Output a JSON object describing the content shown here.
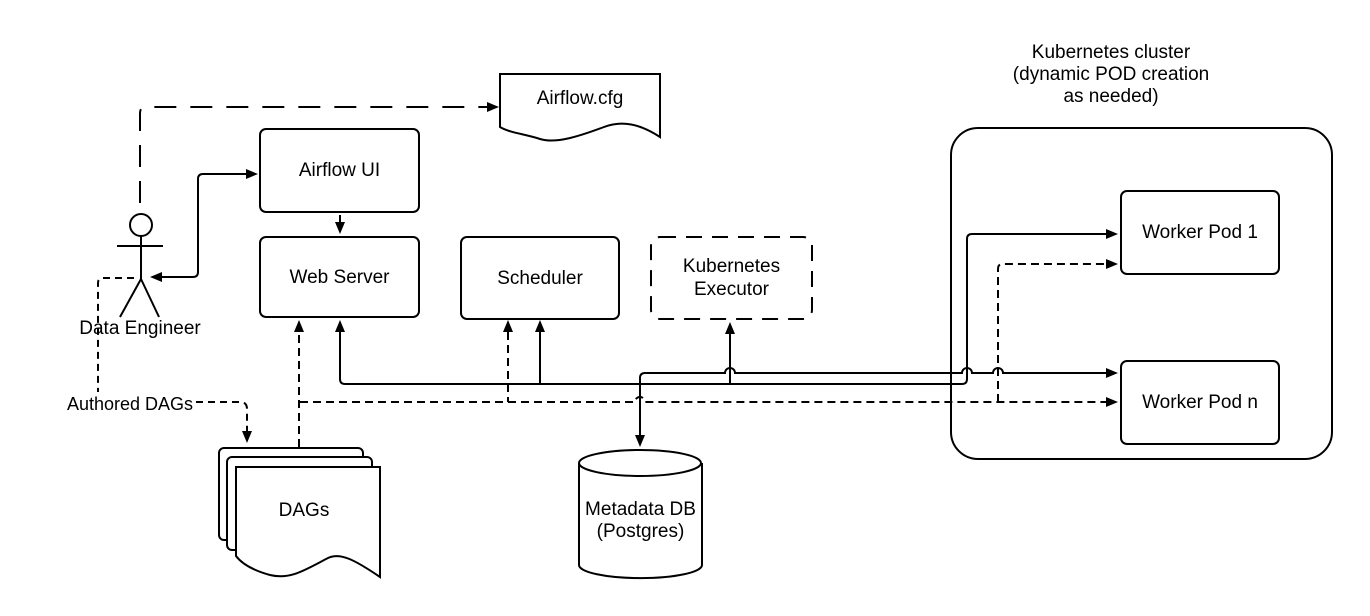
{
  "canvas": {
    "background": "#ffffff",
    "stroke_color": "#000000"
  },
  "actor": {
    "label": "Data Engineer"
  },
  "nodes": {
    "airflow_cfg": {
      "label": "Airflow.cfg",
      "shape": "document"
    },
    "airflow_ui": {
      "label": "Airflow UI",
      "shape": "rounded-box"
    },
    "web_server": {
      "label": "Web Server",
      "shape": "rounded-box"
    },
    "scheduler": {
      "label": "Scheduler",
      "shape": "rounded-box"
    },
    "kubernetes_executor": {
      "label": "Kubernetes Executor",
      "shape": "dashed-rounded-box"
    },
    "dags": {
      "label": "DAGs",
      "shape": "document-stack"
    },
    "metadata_db": {
      "label": "Metadata DB",
      "sublabel": "(Postgres)",
      "shape": "cylinder"
    },
    "worker_pod_1": {
      "label": "Worker Pod 1",
      "shape": "rounded-box"
    },
    "worker_pod_n": {
      "label": "Worker Pod n",
      "shape": "rounded-box"
    }
  },
  "cluster": {
    "title_lines": [
      "Kubernetes cluster",
      "(dynamic POD creation",
      "as needed)"
    ]
  },
  "edge_labels": {
    "authored_dags": "Authored DAGs"
  }
}
